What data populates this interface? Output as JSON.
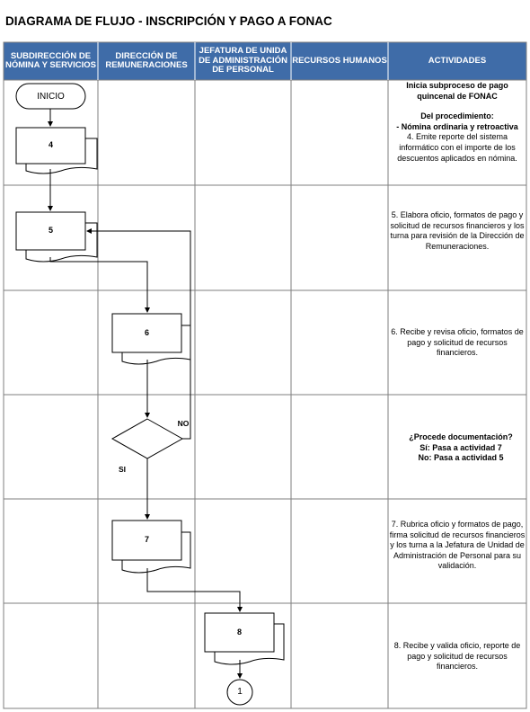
{
  "title": "DIAGRAMA DE FLUJO - INSCRIPCIÓN Y PAGO A FONAC",
  "columns": [
    "SUBDIRECCIÓN DE NÓMINA Y SERVICIOS",
    "DIRECCIÓN DE REMUNERACIONES",
    "JEFATURA DE UNIDA DE ADMINISTRACIÓN DE PERSONAL",
    "RECURSOS HUMANOS",
    "ACTIVIDADES"
  ],
  "colors": {
    "header_bg": "#3f6ca8",
    "line": "#000000",
    "grid": "#7f7f7f"
  },
  "nodes": {
    "inicio": "INICIO",
    "step4": "4",
    "step5": "5",
    "step6": "6",
    "step7": "7",
    "step8": "8",
    "connector": "1",
    "no_label": "NO",
    "si_label": "SI"
  },
  "activities": {
    "a1": {
      "line1": "Inicia subproceso de pago quincenal de FONAC",
      "line2": "Del procedimiento:",
      "line3": "- Nómina ordinaria y retroactiva",
      "line4": "4. Emite reporte del sistema informático con el importe de los descuentos aplicados en nómina."
    },
    "a2": "5. Elabora oficio, formatos de pago y solicitud de recursos financieros y los turna para revisión de la Dirección de Remuneraciones.",
    "a3": "6. Recibe y revisa oficio, formatos de pago y solicitud de recursos financieros.",
    "a4": {
      "line1": "¿Procede documentación?",
      "line2": "Sí: Pasa a actividad 7",
      "line3": "No: Pasa a actividad 5"
    },
    "a5": "7. Rubrica oficio y formatos de pago, firma solicitud de recursos financieros y los turna a la Jefatura de Unidad de Administración de Personal para su validación.",
    "a6": "8. Recibe y valida oficio, reporte de pago y solicitud de recursos financieros."
  }
}
